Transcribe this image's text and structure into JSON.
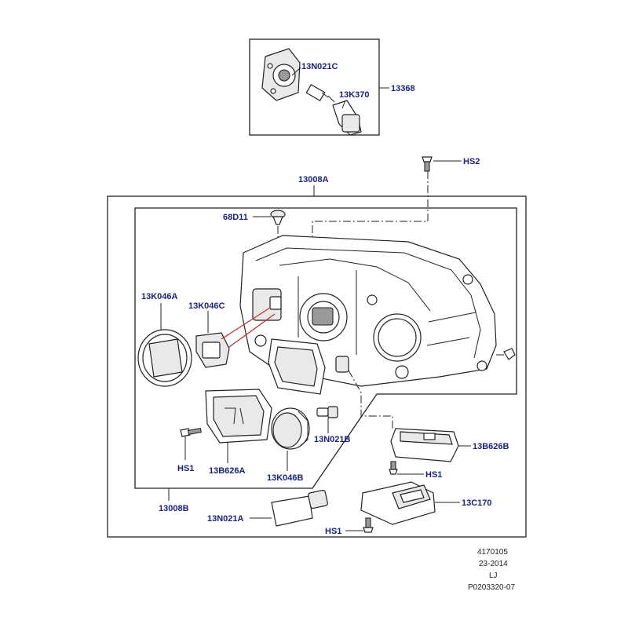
{
  "labels": {
    "p13021c": "13N021C",
    "p13368": "13368",
    "p13k370": "13K370",
    "hs2": "HS2",
    "p13008a": "13008A",
    "p68d11": "68D11",
    "p13k046a": "13K046A",
    "p13k046c": "13K046C",
    "p13n021b": "13N021B",
    "p13b626b": "13B626B",
    "hs1_top": "HS1",
    "hs1_left": "HS1",
    "p13b626a": "13B626A",
    "p13k046b": "13K046B",
    "p13c170": "13C170",
    "p13008b": "13008B",
    "p13n021a": "13N021A",
    "hs1_bottom": "HS1"
  },
  "footer": {
    "line1": "4170105",
    "line2": "23-2014",
    "line3": "LJ",
    "line4": "P0203320-07"
  },
  "colors": {
    "label": "#1a237e",
    "line": "#222222",
    "highlight": "#c62828"
  }
}
